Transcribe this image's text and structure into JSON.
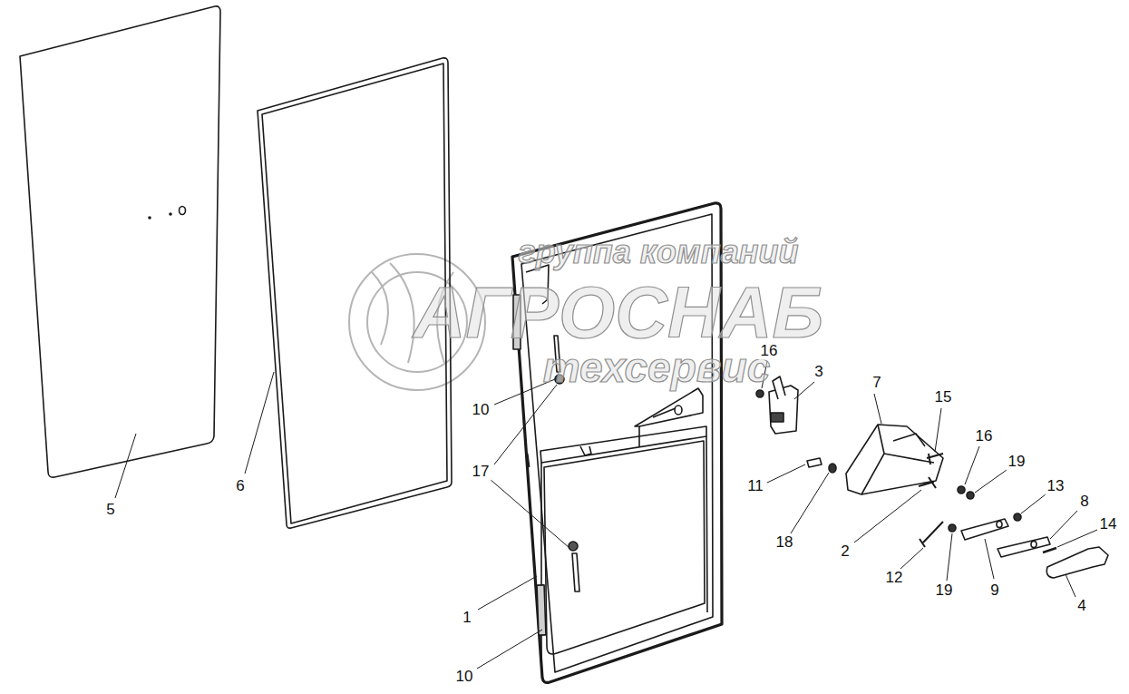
{
  "diagram": {
    "labels": [
      "группа компаний",
      "АГРОСНАБ",
      "техсервис",
      "16",
      "3",
      "7",
      "15",
      "16",
      "19",
      "13",
      "8",
      "14",
      "10",
      "17",
      "11",
      "18",
      "2",
      "12",
      "19",
      "9",
      "4",
      "5",
      "6",
      "1",
      "10"
    ]
  }
}
